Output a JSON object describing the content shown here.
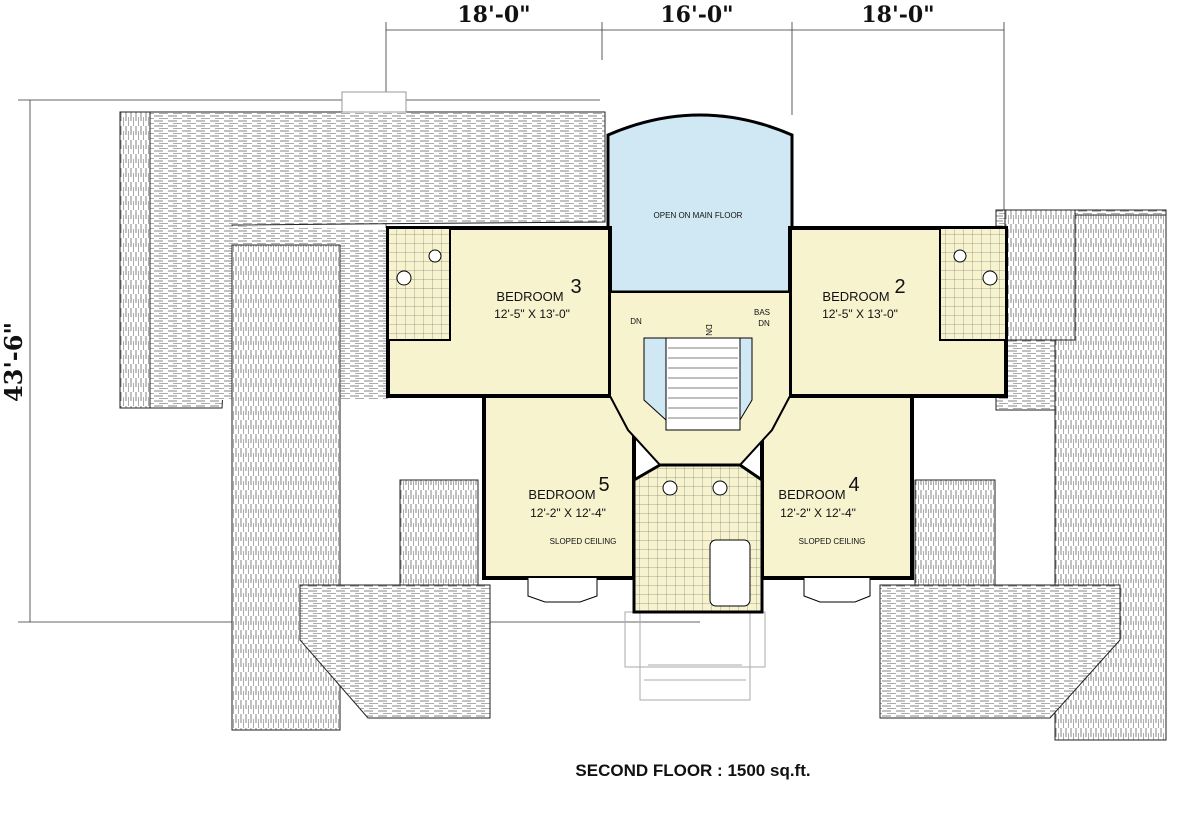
{
  "dimensions": {
    "top": [
      "18'-0\"",
      "16'-0\"",
      "18'-0\""
    ],
    "left": "43'-6\""
  },
  "rooms": [
    {
      "id": "bedroom3",
      "name": "BEDROOM",
      "number": "3",
      "size": "12'-5\" X 13'-0\""
    },
    {
      "id": "bedroom2",
      "name": "BEDROOM",
      "number": "2",
      "size": "12'-5\" X 13'-0\""
    },
    {
      "id": "bedroom5",
      "name": "BEDROOM",
      "number": "5",
      "size": "12'-2\" X 12'-4\""
    },
    {
      "id": "bedroom4",
      "name": "BEDROOM",
      "number": "4",
      "size": "12'-2\" X 12'-4\""
    }
  ],
  "labels": {
    "open_area": "OPEN ON MAIN FLOOR",
    "sloped_left": "SLOPED CEILING",
    "sloped_right": "SLOPED CEILING",
    "dn_left": "DN",
    "dn_center": "DN",
    "bas": "BAS",
    "dn_right": "DN"
  },
  "caption": "SECOND FLOOR : 1500 sq.ft.",
  "colors": {
    "room_fill": "#f7f3cf",
    "open_fill": "#cfe8f4",
    "roof_fill": "#ffffff",
    "roof_hatch": "#6a6a6a",
    "wall": "#000000"
  }
}
